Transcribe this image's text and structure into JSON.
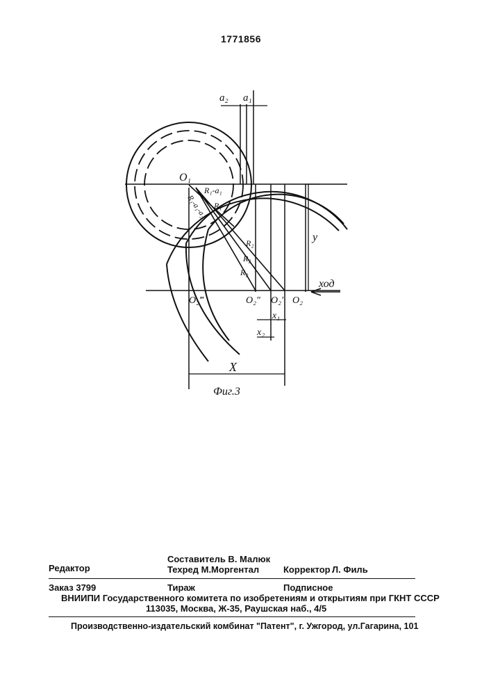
{
  "patent_number": "1771856",
  "figure": {
    "caption": "Фиг.3",
    "labels": {
      "a2": "a₂",
      "a1": "a₁",
      "o1": "O₁",
      "r1_minus_a1": "R₁-a₁",
      "r1_minus_a1_minus_a2": "R₁-a₁-a₂",
      "r1": "R₁",
      "r2_first": "R₂",
      "r2_second": "R₂",
      "r2_third": "R₂",
      "y": "y",
      "hod": "ход",
      "o2_triple": "O₂‴",
      "o2_double": "O₂″",
      "o2_single": "O₂′",
      "o2": "O₂",
      "x1": "x₁",
      "x2": "x₂",
      "x_total": "X"
    }
  },
  "imprint": {
    "editor_label": "Редактор",
    "compiler": "Составитель  В. Малюк",
    "techred": "Техред М.Моргентал",
    "corrector_label": "Корректор",
    "corrector_name": "Л. Филь",
    "order": "Заказ  3799",
    "circulation": "Тираж",
    "subscription": "Подписное",
    "institution": "ВНИИПИ Государственного комитета по изобретениям и открытиям при ГКНТ СССР",
    "address": "113035, Москва, Ж-35, Раушская наб., 4/5",
    "publisher": "Производственно-издательский комбинат \"Патент\", г. Ужгород, ул.Гагарина, 101"
  }
}
